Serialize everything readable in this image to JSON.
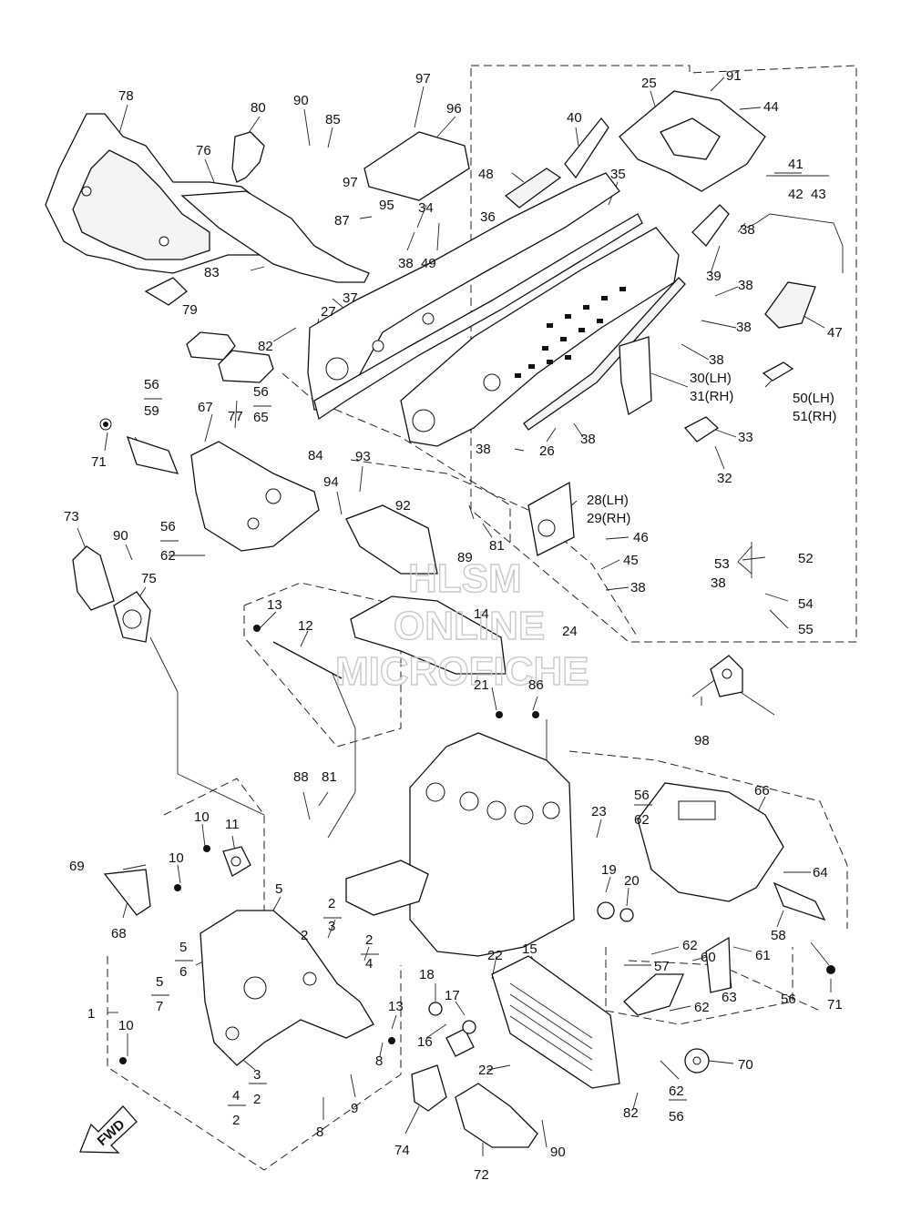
{
  "watermark": {
    "line1": "HLSM",
    "line2": "ONLINE",
    "line3": "MICROFICHE"
  },
  "fwd_label": "FWD",
  "callouts": {
    "c1": "1",
    "c2a": "2",
    "c2b": "2",
    "c2c": "2",
    "c2d": "2",
    "c2e": "2",
    "c3a": "3",
    "c3b": "3",
    "c4a": "4",
    "c4b": "4",
    "c5a": "5",
    "c5b": "5",
    "c5c": "5",
    "c6": "6",
    "c7": "7",
    "c8a": "8",
    "c8b": "8",
    "c9": "9",
    "c10a": "10",
    "c10b": "10",
    "c10c": "10",
    "c11": "11",
    "c12": "12",
    "c13a": "13",
    "c13b": "13",
    "c14": "14",
    "c15": "15",
    "c16": "16",
    "c17": "17",
    "c18": "18",
    "c19": "19",
    "c20": "20",
    "c21": "21",
    "c22a": "22",
    "c22b": "22",
    "c23": "23",
    "c24": "24",
    "c25": "25",
    "c26": "26",
    "c27": "27",
    "c28": "28(LH)",
    "c29": "29(RH)",
    "c30": "30(LH)",
    "c31": "31(RH)",
    "c32": "32",
    "c33": "33",
    "c34": "34",
    "c35": "35",
    "c36": "36",
    "c37": "37",
    "c38a": "38",
    "c38b": "38",
    "c38c": "38",
    "c38d": "38",
    "c38e": "38",
    "c38f": "38",
    "c38g": "38",
    "c38h": "38",
    "c38i": "38",
    "c39": "39",
    "c40": "40",
    "c41": "41",
    "c42": "42",
    "c43": "43",
    "c44": "44",
    "c45": "45",
    "c46": "46",
    "c47": "47",
    "c48": "48",
    "c49": "49",
    "c50": "50(LH)",
    "c51": "51(RH)",
    "c52": "52",
    "c53": "53",
    "c54": "54",
    "c55": "55",
    "c56a": "56",
    "c56b": "56",
    "c56c": "56",
    "c56d": "56",
    "c56e": "56",
    "c56f": "56",
    "c57": "57",
    "c58": "58",
    "c59": "59",
    "c60": "60",
    "c61": "61",
    "c62a": "62",
    "c62b": "62",
    "c62c": "62",
    "c62d": "62",
    "c62e": "62",
    "c63": "63",
    "c64": "64",
    "c65": "65",
    "c66": "66",
    "c67": "67",
    "c68": "68",
    "c69": "69",
    "c70": "70",
    "c71a": "71",
    "c71b": "71",
    "c72": "72",
    "c73": "73",
    "c74": "74",
    "c75": "75",
    "c76": "76",
    "c77": "77",
    "c78": "78",
    "c79": "79",
    "c80": "80",
    "c81a": "81",
    "c81b": "81",
    "c82a": "82",
    "c82b": "82",
    "c83": "83",
    "c84": "84",
    "c85": "85",
    "c86": "86",
    "c87": "87",
    "c88": "88",
    "c89": "89",
    "c90a": "90",
    "c90b": "90",
    "c90c": "90",
    "c91": "91",
    "c92": "92",
    "c93": "93",
    "c94": "94",
    "c95": "95",
    "c96": "96",
    "c97a": "97",
    "c97b": "97",
    "c98": "98"
  }
}
